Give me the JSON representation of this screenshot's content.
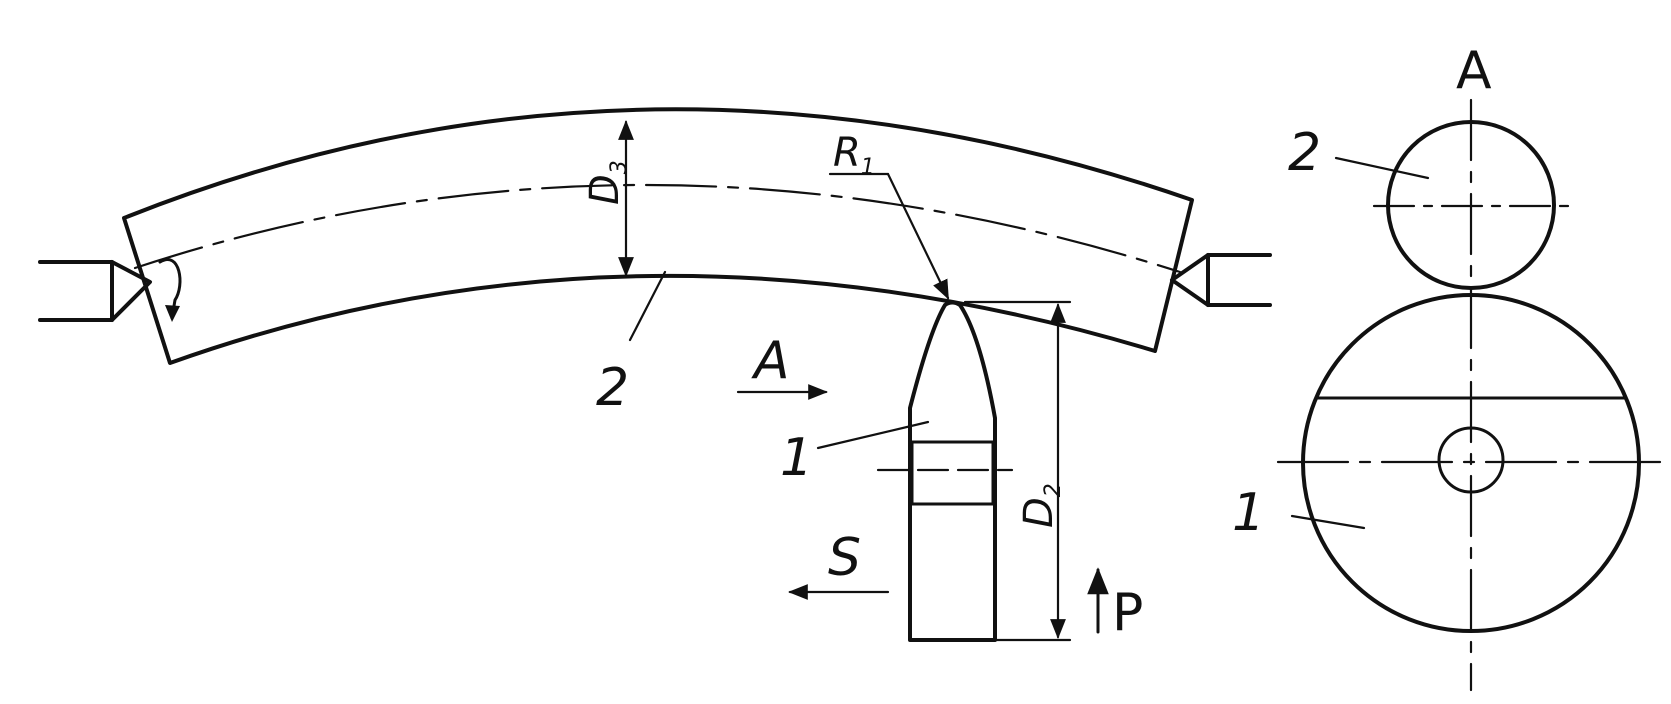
{
  "labels": {
    "part_1": "1",
    "part_2": "2",
    "section_mark": "A",
    "feed": "S",
    "force": "P",
    "radius_main": "R",
    "radius_sub": "1",
    "diameter_3_main": "D",
    "diameter_3_sub": "3",
    "diameter_2_main": "D",
    "diameter_2_sub": "2"
  },
  "colors": {
    "ink": "#111111",
    "paper": "#ffffff"
  }
}
